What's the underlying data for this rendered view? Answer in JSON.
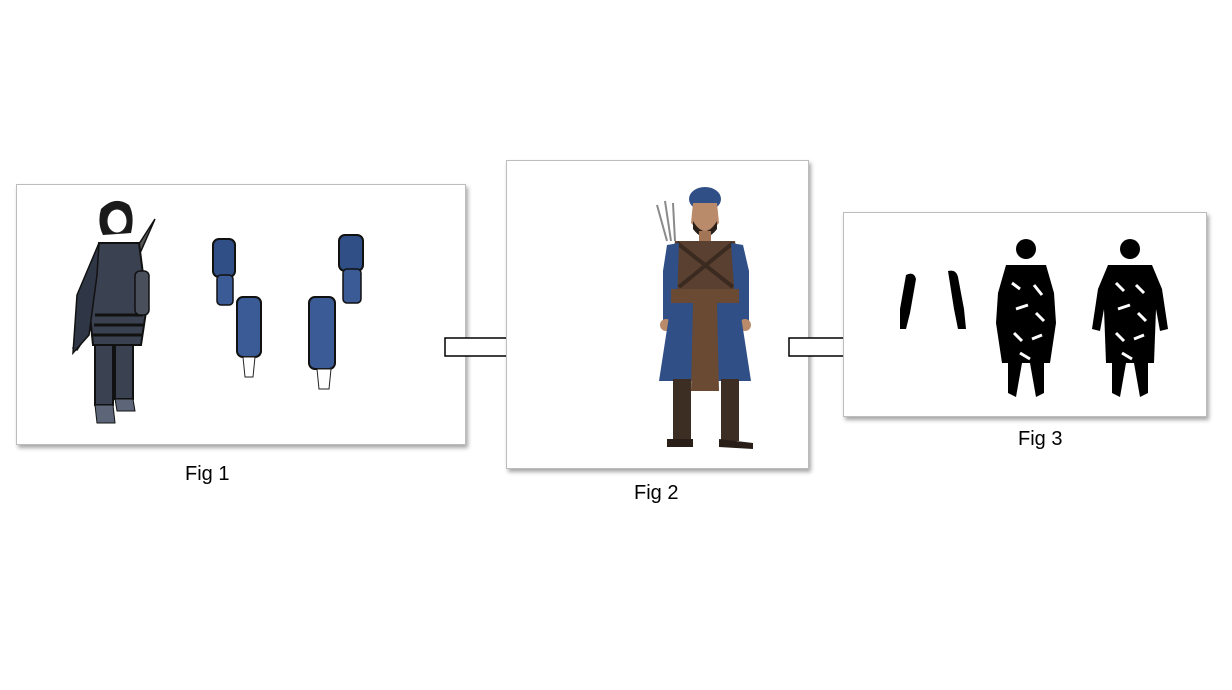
{
  "figures": [
    {
      "caption": "Fig 1",
      "content": "sketch-character-and-sleeves"
    },
    {
      "caption": "Fig 2",
      "content": "rendered-archer-character"
    },
    {
      "caption": "Fig 3",
      "content": "silhouette-masks"
    }
  ],
  "colors": {
    "armor_blue": "#2f4f86",
    "armor_dark": "#2b2f3a",
    "leather": "#5a4030",
    "skin": "#b98b6a",
    "silhouette": "#000000",
    "frame_border": "#bdbdbd"
  },
  "icons": [
    "right-arrow-icon",
    "right-arrow-icon"
  ]
}
